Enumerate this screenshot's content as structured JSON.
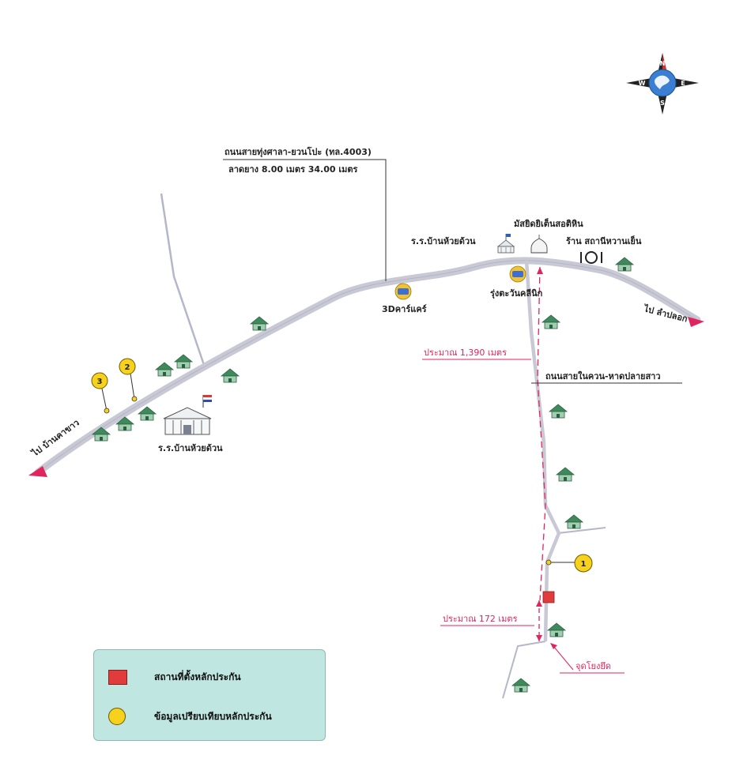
{
  "compass": {
    "north": "N",
    "south": "S",
    "east": "E",
    "west": "W"
  },
  "roads": {
    "main_road_name": "ถนนสายทุ่งศาลา-ยวนโปะ (ทล.4003)",
    "main_road_spec": "ลาดยาง 8.00 เมตร 34.00 เมตร",
    "side_road_name": "ถนนสายในควน-หาดปลายสาว"
  },
  "destinations": {
    "east": "ไป ลำปลอก",
    "west": "ไป บ้านคาขาว"
  },
  "places": {
    "school_top": "ร.ร.บ้านห้วยด้วน",
    "mosque": "มัสยิดยิเต็นสอติหิน",
    "restaurant": "ร้าน สถานีหวานเย็น",
    "shop_3d": "3Dคาร์แคร์",
    "shop_rung": "รุ่งตะวันคลีนิก",
    "school_bottom": "ร.ร.บ้านห้วยด้วน",
    "junction": "จุดโยงยึด"
  },
  "distances": {
    "long": "ประมาณ 1,390 เมตร",
    "short": "ประมาณ 172 เมตร"
  },
  "markers": {
    "m1": "1",
    "m2": "2",
    "m3": "3"
  },
  "legend": {
    "collateral": "สถานที่ตั้งหลักประกัน",
    "comparison": "ข้อมูลเปรียบเทียบหลักประกัน"
  },
  "colors": {
    "road": "#c9c9d6",
    "accent_red": "#e0245e",
    "marker_yellow": "#f7d21c",
    "collateral_red": "#e23b3b",
    "house_green": "#4f9a6a",
    "legend_bg": "#bfe6e0"
  }
}
